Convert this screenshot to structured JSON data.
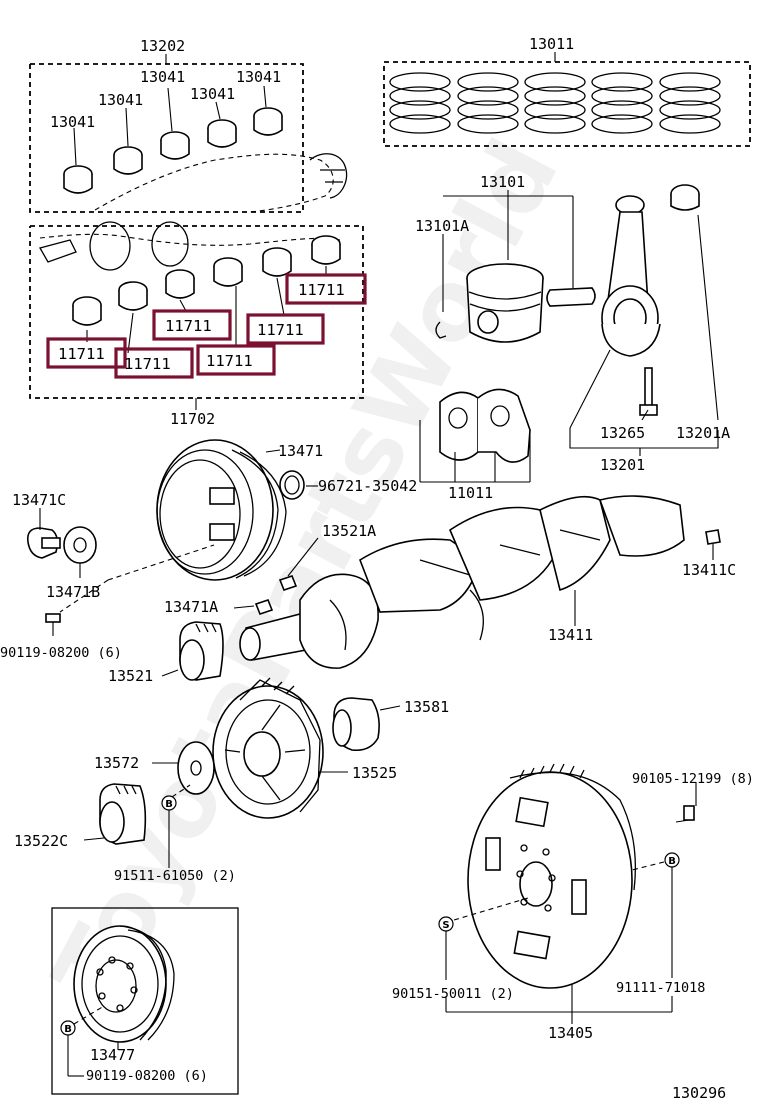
{
  "watermark": "ToyotaPartsWorld",
  "labels": {
    "l13202": "13202",
    "l13011": "13011",
    "l13041a": "13041",
    "l13041b": "13041",
    "l13041c": "13041",
    "l13041d": "13041",
    "l13041e": "13041",
    "l13101": "13101",
    "l13101A": "13101A",
    "l11702": "11702",
    "l13471": "13471",
    "l96721": "96721-35042",
    "l11011": "11011",
    "l13265": "13265",
    "l13201A": "13201A",
    "l13201": "13201",
    "l13471C": "13471C",
    "l13521A": "13521A",
    "l13471B": "13471B",
    "l13411C": "13411C",
    "l13471A": "13471A",
    "l90119a": "90119-08200 (6)",
    "l13411": "13411",
    "l13521": "13521",
    "l13581": "13581",
    "l13572": "13572",
    "l13525": "13525",
    "l90105": "90105-12199 (8)",
    "l13522C": "13522C",
    "l91511": "91511-61050 (2)",
    "l90151": "90151-50011 (2)",
    "l91111": "91111-71018",
    "l13405": "13405",
    "l13477": "13477",
    "l90119b": "90119-08200 (6)",
    "l130296": "130296"
  },
  "highlighted_labels": [
    "11711",
    "11711",
    "11711",
    "11711",
    "11711",
    "11711"
  ],
  "markers": {
    "b": "B",
    "s": "S"
  },
  "highlight_color": "#7b1030"
}
